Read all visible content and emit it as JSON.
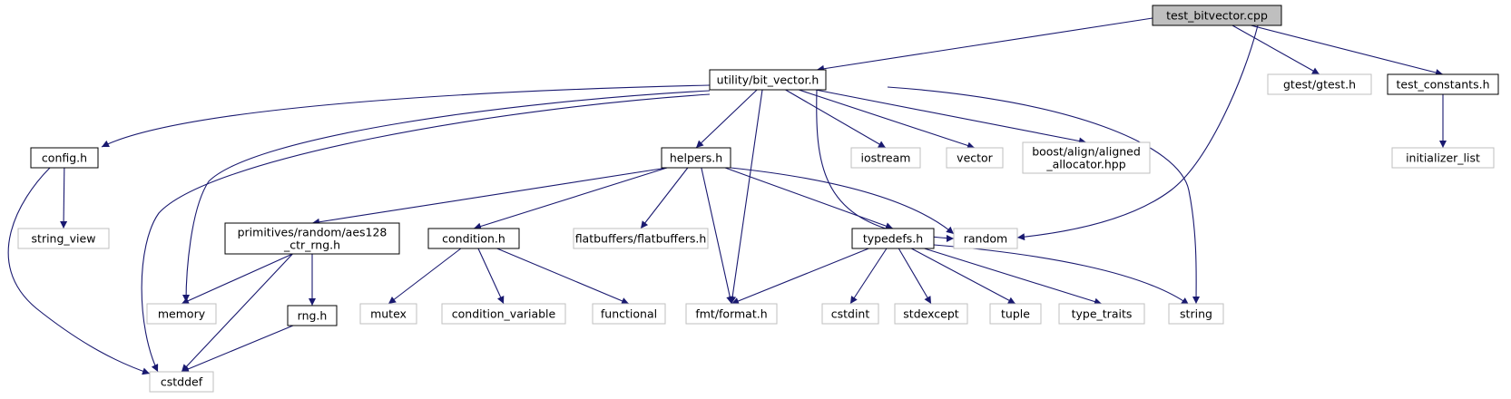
{
  "colors": {
    "edge": "#191970",
    "root_fill": "#bfbfbf",
    "internal_border": "#000000",
    "external_border": "#bfbfbf",
    "box_fill": "#ffffff",
    "text": "#000000"
  },
  "nodes": {
    "test_bitvector": {
      "lines": [
        "test_bitvector.cpp"
      ],
      "kind": "root"
    },
    "bit_vector": {
      "lines": [
        "utility/bit_vector.h"
      ],
      "kind": "internal"
    },
    "gtest": {
      "lines": [
        "gtest/gtest.h"
      ],
      "kind": "external"
    },
    "test_constants": {
      "lines": [
        "test_constants.h"
      ],
      "kind": "internal"
    },
    "initializer_list": {
      "lines": [
        "initializer_list"
      ],
      "kind": "external"
    },
    "config": {
      "lines": [
        "config.h"
      ],
      "kind": "internal"
    },
    "string_view": {
      "lines": [
        "string_view"
      ],
      "kind": "external"
    },
    "helpers": {
      "lines": [
        "helpers.h"
      ],
      "kind": "internal"
    },
    "iostream": {
      "lines": [
        "iostream"
      ],
      "kind": "external"
    },
    "vector": {
      "lines": [
        "vector"
      ],
      "kind": "external"
    },
    "aligned_allocator": {
      "lines": [
        "boost/align/aligned",
        "_allocator.hpp"
      ],
      "kind": "external"
    },
    "aes128": {
      "lines": [
        "primitives/random/aes128",
        "_ctr_rng.h"
      ],
      "kind": "internal"
    },
    "condition": {
      "lines": [
        "condition.h"
      ],
      "kind": "internal"
    },
    "flatbuffers": {
      "lines": [
        "flatbuffers/flatbuffers.h"
      ],
      "kind": "external"
    },
    "typedefs": {
      "lines": [
        "typedefs.h"
      ],
      "kind": "internal"
    },
    "random": {
      "lines": [
        "random"
      ],
      "kind": "external"
    },
    "memory": {
      "lines": [
        "memory"
      ],
      "kind": "external"
    },
    "rng": {
      "lines": [
        "rng.h"
      ],
      "kind": "internal"
    },
    "mutex": {
      "lines": [
        "mutex"
      ],
      "kind": "external"
    },
    "condition_variable": {
      "lines": [
        "condition_variable"
      ],
      "kind": "external"
    },
    "functional": {
      "lines": [
        "functional"
      ],
      "kind": "external"
    },
    "fmt_format": {
      "lines": [
        "fmt/format.h"
      ],
      "kind": "external"
    },
    "cstdint": {
      "lines": [
        "cstdint"
      ],
      "kind": "external"
    },
    "stdexcept": {
      "lines": [
        "stdexcept"
      ],
      "kind": "external"
    },
    "tuple": {
      "lines": [
        "tuple"
      ],
      "kind": "external"
    },
    "type_traits": {
      "lines": [
        "type_traits"
      ],
      "kind": "external"
    },
    "string": {
      "lines": [
        "string"
      ],
      "kind": "external"
    },
    "cstddef": {
      "lines": [
        "cstddef"
      ],
      "kind": "external"
    }
  },
  "edges": [
    [
      "test_bitvector",
      "bit_vector"
    ],
    [
      "test_bitvector",
      "gtest"
    ],
    [
      "test_bitvector",
      "test_constants"
    ],
    [
      "test_bitvector",
      "random"
    ],
    [
      "test_constants",
      "initializer_list"
    ],
    [
      "bit_vector",
      "config"
    ],
    [
      "bit_vector",
      "helpers"
    ],
    [
      "bit_vector",
      "iostream"
    ],
    [
      "bit_vector",
      "vector"
    ],
    [
      "bit_vector",
      "aligned_allocator"
    ],
    [
      "bit_vector",
      "random"
    ],
    [
      "bit_vector",
      "fmt_format"
    ],
    [
      "bit_vector",
      "string"
    ],
    [
      "bit_vector",
      "memory"
    ],
    [
      "bit_vector",
      "cstddef"
    ],
    [
      "config",
      "string_view"
    ],
    [
      "config",
      "cstddef"
    ],
    [
      "helpers",
      "aes128"
    ],
    [
      "helpers",
      "condition"
    ],
    [
      "helpers",
      "flatbuffers"
    ],
    [
      "helpers",
      "typedefs"
    ],
    [
      "helpers",
      "random"
    ],
    [
      "helpers",
      "fmt_format"
    ],
    [
      "aes128",
      "memory"
    ],
    [
      "aes128",
      "rng"
    ],
    [
      "aes128",
      "cstddef"
    ],
    [
      "rng",
      "cstddef"
    ],
    [
      "condition",
      "mutex"
    ],
    [
      "condition",
      "condition_variable"
    ],
    [
      "condition",
      "functional"
    ],
    [
      "typedefs",
      "fmt_format"
    ],
    [
      "typedefs",
      "cstdint"
    ],
    [
      "typedefs",
      "stdexcept"
    ],
    [
      "typedefs",
      "tuple"
    ],
    [
      "typedefs",
      "type_traits"
    ],
    [
      "typedefs",
      "string"
    ]
  ]
}
